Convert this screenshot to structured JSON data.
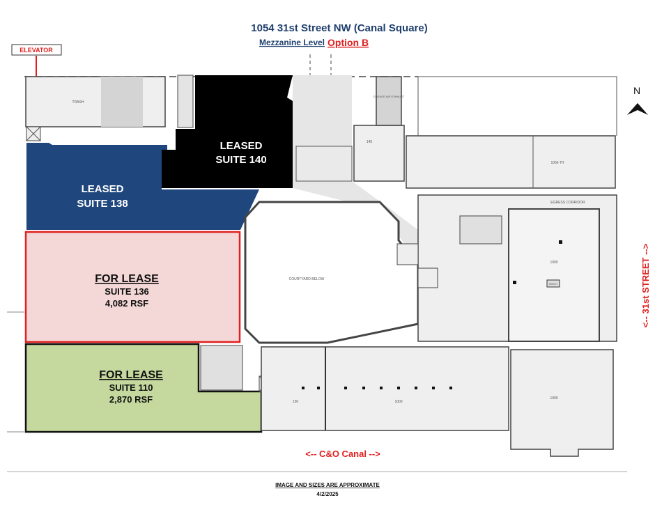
{
  "header": {
    "title": "1054 31st Street NW (Canal Square)",
    "subtitle": "Mezzanine Level",
    "option": "Option B"
  },
  "callouts": {
    "elevator": "ELEVATOR",
    "north": "N",
    "street": "<-- 31st STREET -->",
    "canal": "<-- C&O Canal -->"
  },
  "suites": [
    {
      "status": "LEASED",
      "name": "SUITE 140",
      "color": "#000000"
    },
    {
      "status": "LEASED",
      "name": "SUITE 138",
      "color": "#1f477d"
    },
    {
      "status": "FOR LEASE",
      "name": "SUITE 136",
      "size": "4,082 RSF",
      "color": "#f4d7d7"
    },
    {
      "status": "FOR LEASE",
      "name": "SUITE 110",
      "size": "2,870 RSF",
      "color": "#c5d99e"
    }
  ],
  "room_labels": {
    "trash": "TRASH",
    "garage": "GARAGE AIR EXHAUST",
    "r145": "145",
    "r1066": "1066 TH",
    "egress": "EGRESS CORRIDOR",
    "courtyard": "COURTYARD BELOW",
    "r1000a": "1000",
    "r1000b": "1000",
    "r1000c": "1000",
    "r130": "130",
    "mech": "MECH"
  },
  "footer": {
    "note": "IMAGE AND SIZES ARE APPROXIMATE",
    "date": "4/2/2025"
  },
  "colors": {
    "title_blue": "#1f3f6e",
    "accent_red": "#e02020"
  }
}
